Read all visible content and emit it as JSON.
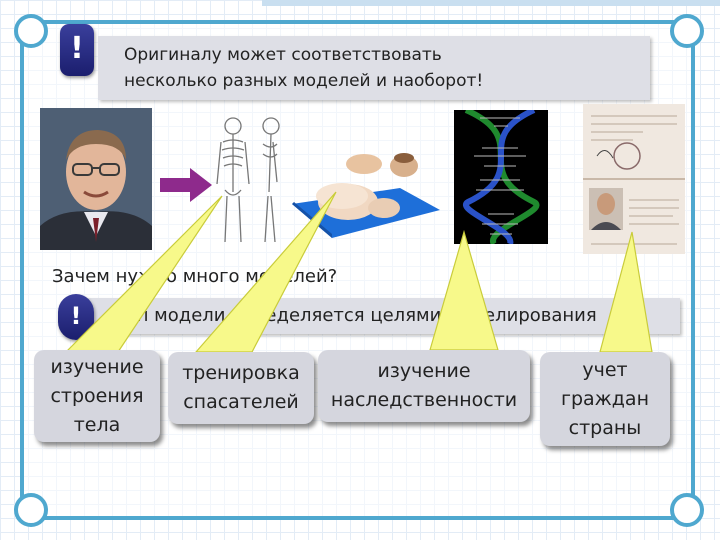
{
  "slide": {
    "banner_top": {
      "icon": "exclamation-icon",
      "mark": "!",
      "line1": "Оригиналу может соответствовать",
      "line2": "несколько разных моделей и наоборот!"
    },
    "question": "Зачем нужно много моделей?",
    "banner_bottom": {
      "icon": "exclamation-icon",
      "mark": "!",
      "text": "Тип модели определяется целями моделирования"
    },
    "labels": [
      {
        "line1": "изучение",
        "line2": "строения",
        "line3": "тела"
      },
      {
        "line1": "тренировка",
        "line2": "спасателей"
      },
      {
        "line1": "изучение",
        "line2": "наследственности"
      },
      {
        "line1": "учет",
        "line2": "граждан",
        "line3": "страны"
      }
    ],
    "images": [
      {
        "icon": "portrait-photo-icon"
      },
      {
        "icon": "arrow-right-icon"
      },
      {
        "icon": "skeleton-diagram-icon"
      },
      {
        "icon": "cpr-mannequin-icon"
      },
      {
        "icon": "dna-helix-icon"
      },
      {
        "icon": "passport-icon"
      }
    ],
    "colors": {
      "frame": "#4fa8cf",
      "callout_fill": "#f7f98a",
      "arrow": "#8e2a8c",
      "badge": "#2a2e86"
    }
  }
}
